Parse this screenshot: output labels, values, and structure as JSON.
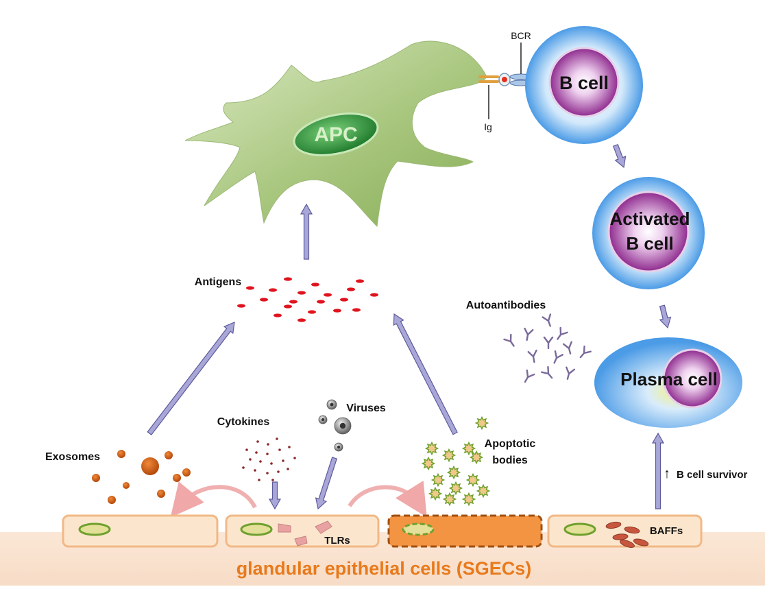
{
  "labels": {
    "apc": "APC",
    "b_cell": "B cell",
    "activated_line1": "Activated",
    "activated_line2": "B cell",
    "plasma_cell": "Plasma cell",
    "bcr": "BCR",
    "ig": "Ig",
    "antigens": "Antigens",
    "autoantibodies": "Autoantibodies",
    "exosomes": "Exosomes",
    "cytokines": "Cytokines",
    "viruses": "Viruses",
    "apoptotic_line1": "Apoptotic",
    "apoptotic_line2": "bodies",
    "tlrs": "TLRs",
    "baffs": "BAFFs",
    "b_cell_survivor": "B cell survivor",
    "b_cell_survivor_arrow": "↑",
    "sgecs": "glandular epithelial cells (SGECs)"
  },
  "colors": {
    "apc_fill": "#9ebf6e",
    "nucleus_purple": "#8e2a8e",
    "cell_blue": "#5aa8ea",
    "arrow_fill": "#a9a6d8",
    "arrow_stroke": "#5d5a9a",
    "antigen_red": "#e0141e",
    "exosome": "#c8590f",
    "cytokine": "#8b2a2a",
    "apoptotic": "#6fa02d",
    "sgec_title": "#e87a1c",
    "epithelial_fill": "#fbe6cd",
    "epithelial_border": "#f2b886",
    "apoptotic_cell_fill": "#f39443",
    "tlr": "#e8a2a2",
    "baff": "#c8563e",
    "autoantibody": "#7a6a9a",
    "base_band": "#f9e1cd"
  }
}
